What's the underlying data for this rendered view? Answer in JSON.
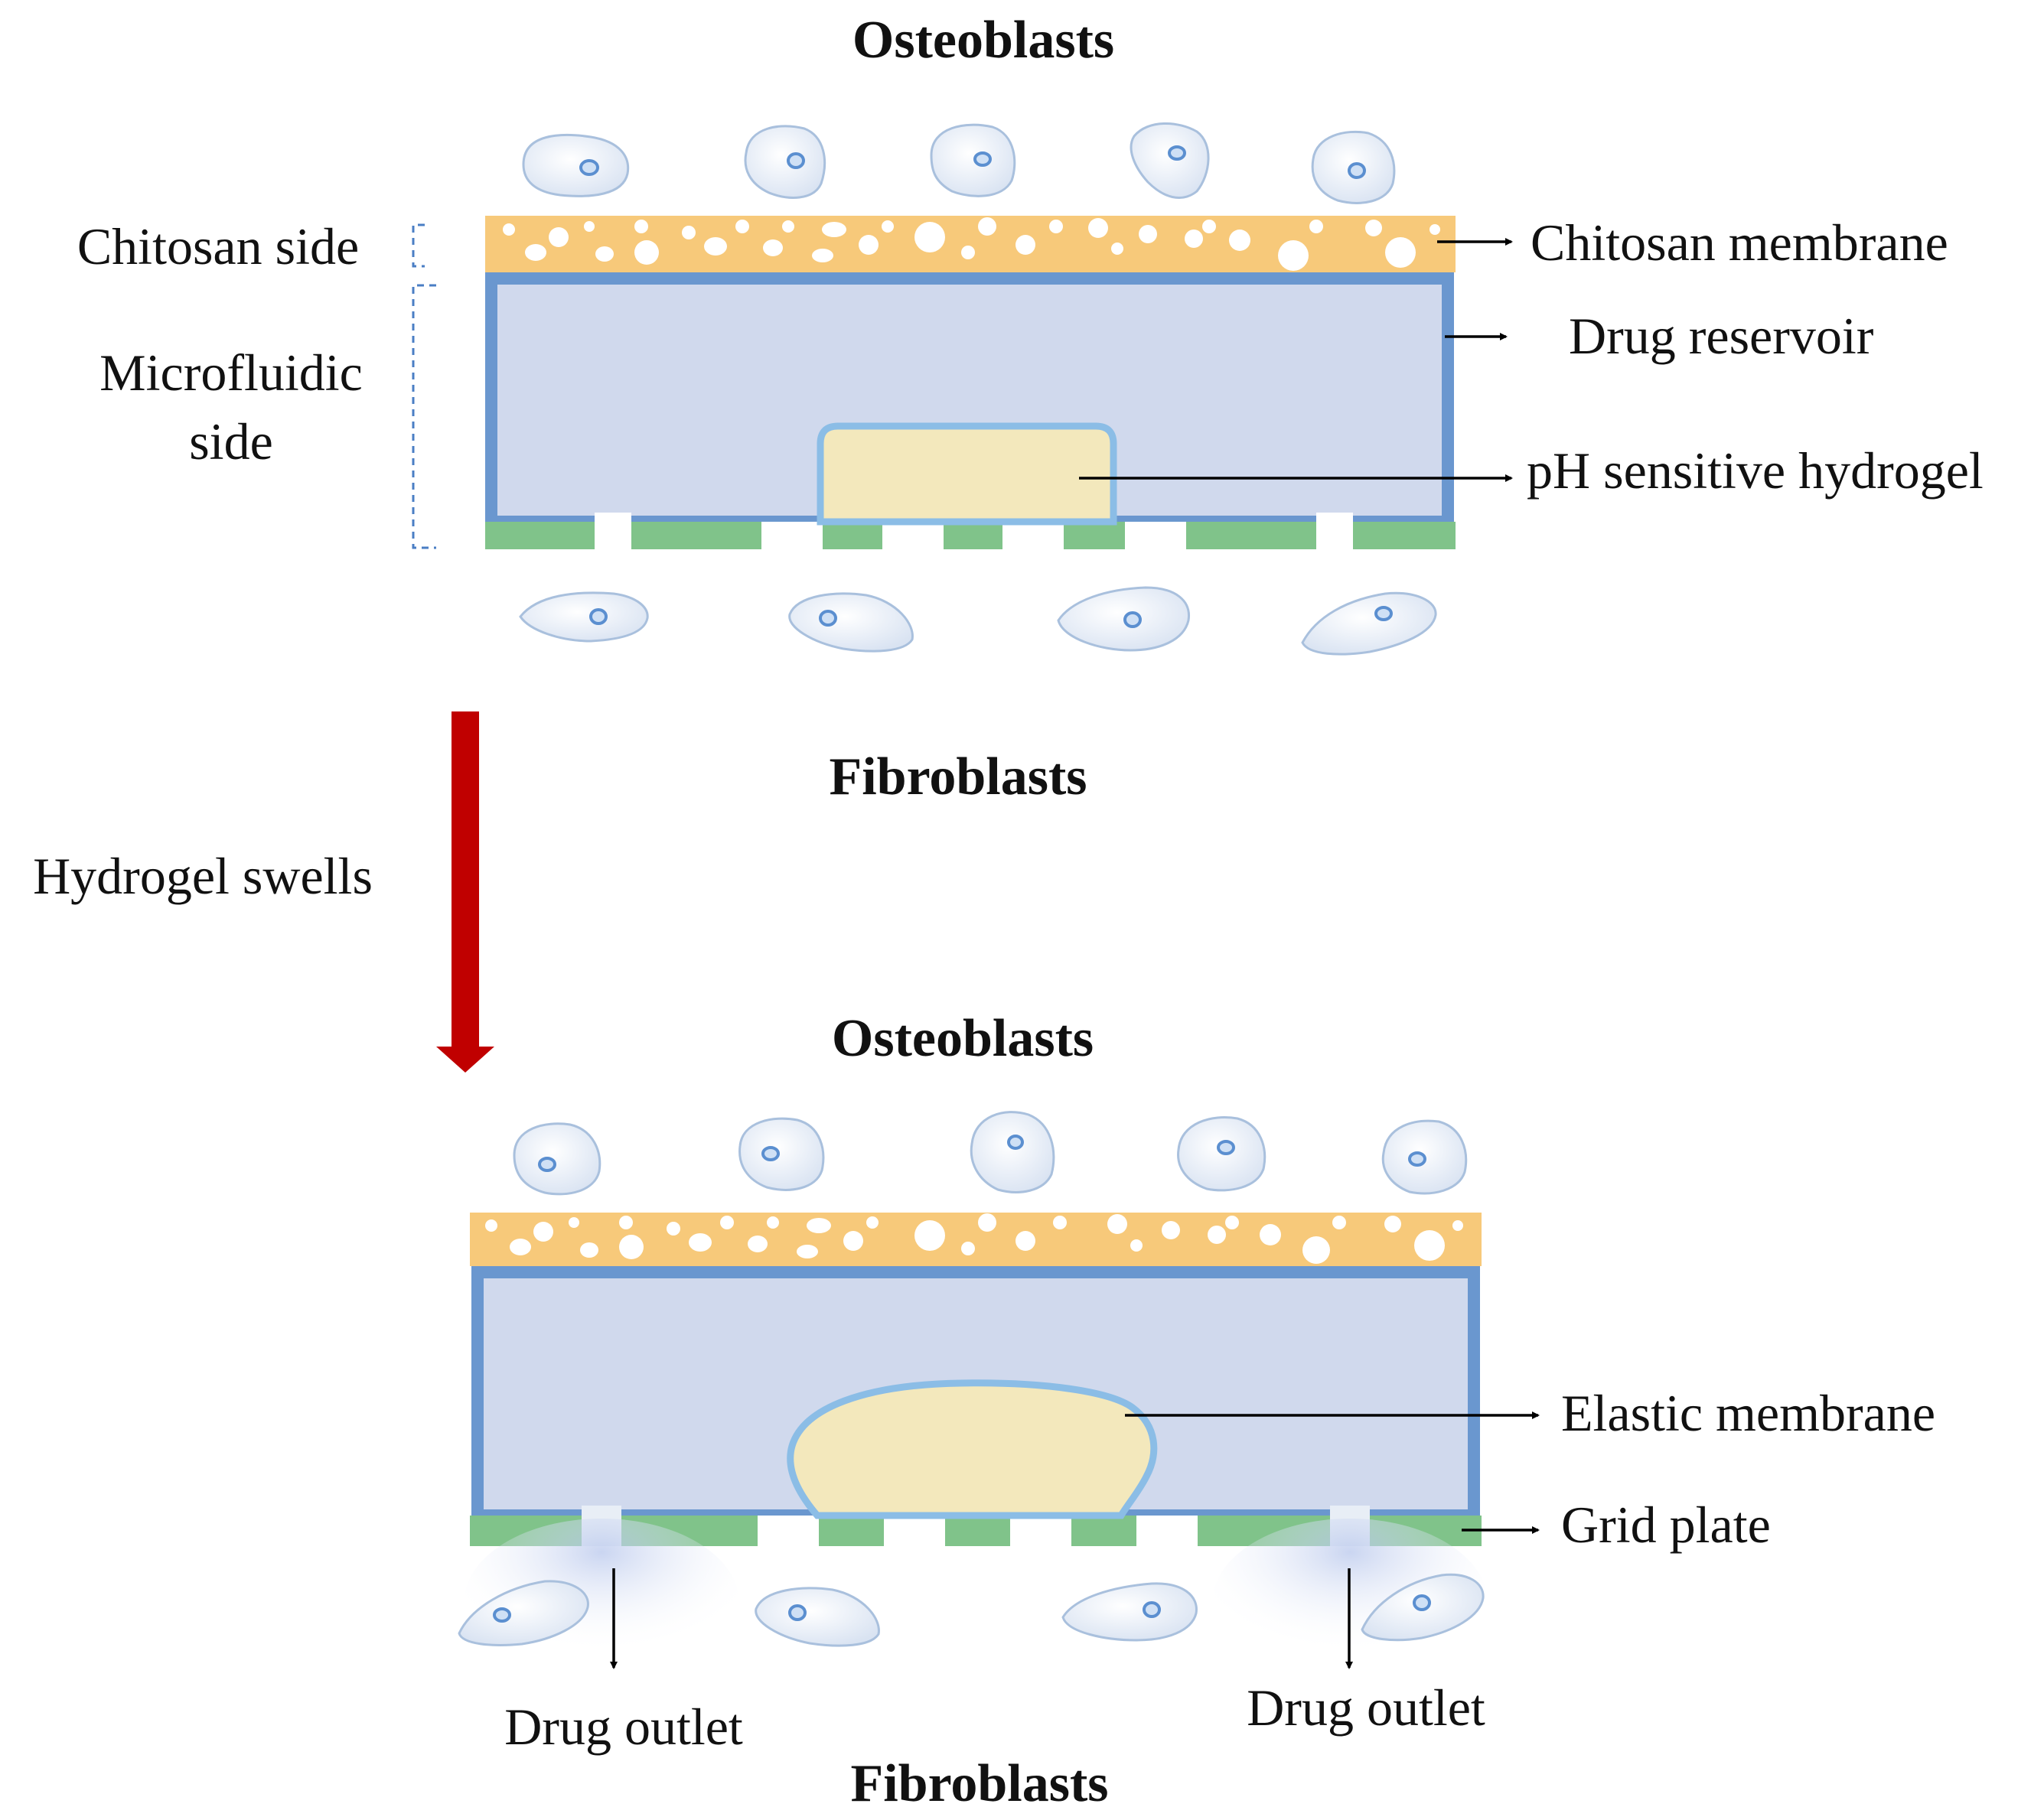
{
  "top": {
    "label_top": "Osteoblasts",
    "label_bottom": "Fibroblasts",
    "chitosan_side": "Chitosan side",
    "microfluidic_side_line1": "Microfluidic",
    "microfluidic_side_line2": "side",
    "chitosan_membrane": "Chitosan membrane",
    "drug_reservoir": "Drug reservoir",
    "ph_hydrogel": "pH sensitive hydrogel"
  },
  "transition": {
    "label": "Hydrogel swells"
  },
  "bottom": {
    "label_top": "Osteoblasts",
    "label_bottom": "Fibroblasts",
    "elastic_membrane": "Elastic membrane",
    "grid_plate": "Grid plate",
    "drug_outlet_left": "Drug outlet",
    "drug_outlet_right": "Drug outlet"
  },
  "colors": {
    "chitosan": "#f7c97a",
    "reservoir_fill": "#d0d9ed",
    "reservoir_border": "#6a97cf",
    "hydrogel_fill": "#f3e8bc",
    "hydrogel_border": "#8bbde6",
    "grid_plate": "#80c38a",
    "cell_fill": "#e2eaf6",
    "cell_border": "#9cb7d8",
    "nucleus": "#5b8fd0",
    "swell_arrow": "#c00000"
  }
}
